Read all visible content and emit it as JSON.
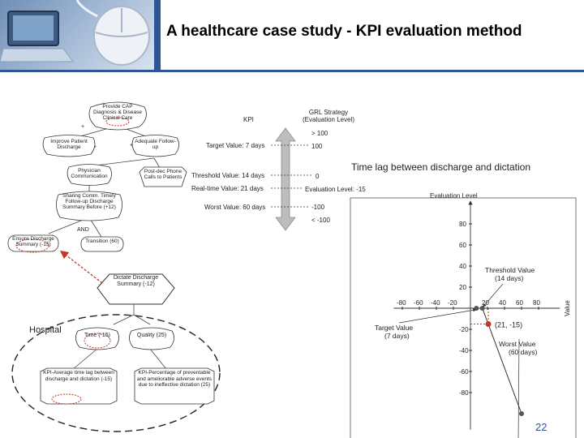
{
  "slide": {
    "title": "A healthcare case study - KPI evaluation method",
    "page_number": "22",
    "caption": "Time lag between discharge and dictation"
  },
  "scale": {
    "col_kpi": "KPI",
    "col_grl": "GRL Strategy (Evaluation Level)",
    "target": "Target Value: 7 days",
    "threshold": "Threshold Value: 14 days",
    "realtime": "Real-time Value: 21 days",
    "worst": "Worst Value: 60 days",
    "gt100": "> 100",
    "v100": "100",
    "v0": "0",
    "evalm15": "Evaluation Level: -15",
    "vm100": "-100",
    "ltm100": "< -100"
  },
  "model": {
    "hospital": "Hospital",
    "n_top": "Provide CAP Diagnosis & Disease Clinical Care",
    "n_patient": "Improve Patient Discharge",
    "n_followup": "Adequate Follow-up",
    "n_comm": "Physician Communication",
    "n_calls": "Post-dec Phone Calls to Patients",
    "n_sharing": "Sharing Comm. Timely Follow-up Discharge Summary Before (+12)",
    "n_and": "AND",
    "n_summary": "Ensure Discharge Summary (-15)",
    "n_transition": "Transition (60)",
    "n_dictate": "Dictate Discharge Summary (-12)",
    "n_time": "Time (-15)",
    "n_quality": "Quality (25)",
    "n_kpi_avg": "KPI-Average time lag between discharge and dictation (-15)",
    "n_kpi_pct": "KPI-Percentage of preventable and ameliorable adverse events due to ineffective dictation (25)",
    "n_kpi_pct_val": "(25)",
    "contrib_plus": "+",
    "contrib_pos": "+",
    "contrib_s": "+"
  },
  "chart_data": {
    "type": "line",
    "title": "",
    "ylabel": "Evaluation Level",
    "xlabel": "Value",
    "x_ticks": [
      -80,
      -60,
      -40,
      -20,
      20,
      40,
      60,
      80
    ],
    "y_ticks": [
      80,
      60,
      40,
      20,
      -20,
      -40,
      -60,
      -80
    ],
    "series": [
      {
        "points": [
          [
            7,
            0
          ],
          [
            14,
            0
          ],
          [
            60,
            -100
          ]
        ]
      }
    ],
    "highlight_point": {
      "x": 21,
      "y": -15,
      "label": "(21, -15)"
    },
    "annotations": [
      {
        "text": "Threshold Value",
        "sub": "(14 days)"
      },
      {
        "text": "Target Value",
        "sub": "(7 days)"
      },
      {
        "text": "Worst Value",
        "sub": "(60 days)"
      }
    ],
    "colors": {
      "line": "#333333",
      "arrow": "#c0392b",
      "highlight": "#c0392b"
    }
  }
}
